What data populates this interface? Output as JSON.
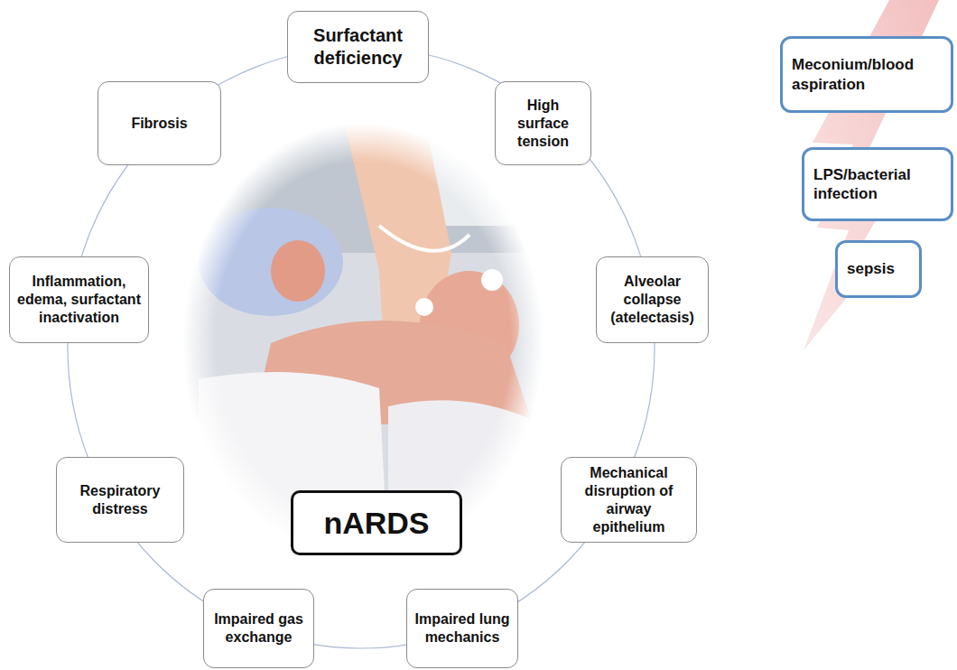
{
  "diagram": {
    "nodes": [
      {
        "text": [
          "Surfactant deficiency"
        ]
      },
      {
        "text": [
          "High surface tension"
        ]
      },
      {
        "text": [
          "Alveolar collapse (atelectasis)"
        ]
      },
      {
        "text": [
          "Mechanical disruption of airway epithelium"
        ]
      },
      {
        "text": [
          "Impaired lung mechanics"
        ]
      },
      {
        "text": [
          "Impaired gas exchange"
        ]
      },
      {
        "text": [
          "Respiratory distress"
        ]
      },
      {
        "text": [
          "Inflammation, edema, surfactant inactivation"
        ]
      },
      {
        "text": [
          "Fibrosis"
        ]
      },
      {
        "text": [
          "nARDS"
        ]
      },
      {
        "text": [
          "Meconium/blood aspiration"
        ]
      },
      {
        "text": [
          "LPS/bacterial infection"
        ]
      },
      {
        "text": [
          "sepsis"
        ]
      }
    ]
  }
}
